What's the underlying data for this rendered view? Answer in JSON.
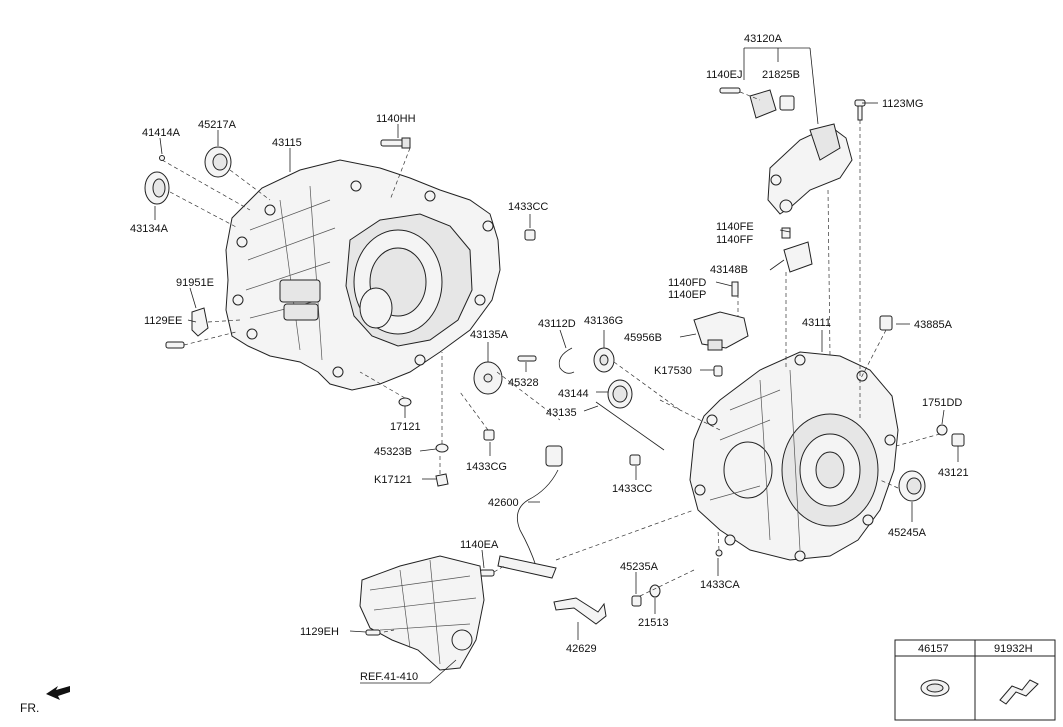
{
  "callouts": {
    "p43120A": "43120A",
    "p1140EJ": "1140EJ",
    "p21825B": "21825B",
    "p1123MG": "1123MG",
    "p41414A": "41414A",
    "p45217A": "45217A",
    "p1140HH": "1140HH",
    "p43115": "43115",
    "p43134A": "43134A",
    "p1433CC_top": "1433CC",
    "p1140FE": "1140FE",
    "p1140FF": "1140FF",
    "p43148B": "43148B",
    "p91951E": "91951E",
    "p1140FD": "1140FD",
    "p1140EP": "1140EP",
    "p1129EE": "1129EE",
    "p43112D": "43112D",
    "p43136G": "43136G",
    "p43111": "43111",
    "p43885A": "43885A",
    "p43135A": "43135A",
    "p45956B": "45956B",
    "p45328": "45328",
    "pK17530": "K17530",
    "p43144": "43144",
    "p43135": "43135",
    "p1751DD": "1751DD",
    "p17121": "17121",
    "p45323B": "45323B",
    "p1433CG": "1433CG",
    "pK17121": "K17121",
    "p42600": "42600",
    "p1433CC_mid": "1433CC",
    "p43121": "43121",
    "p45245A": "45245A",
    "p1140EA": "1140EA",
    "p45235A": "45235A",
    "p1433CA": "1433CA",
    "p21513": "21513",
    "p1129EH": "1129EH",
    "p42629": "42629",
    "ref": "REF.41-410",
    "fr": "FR."
  },
  "legend": {
    "col1": "46157",
    "col2": "91932H"
  }
}
